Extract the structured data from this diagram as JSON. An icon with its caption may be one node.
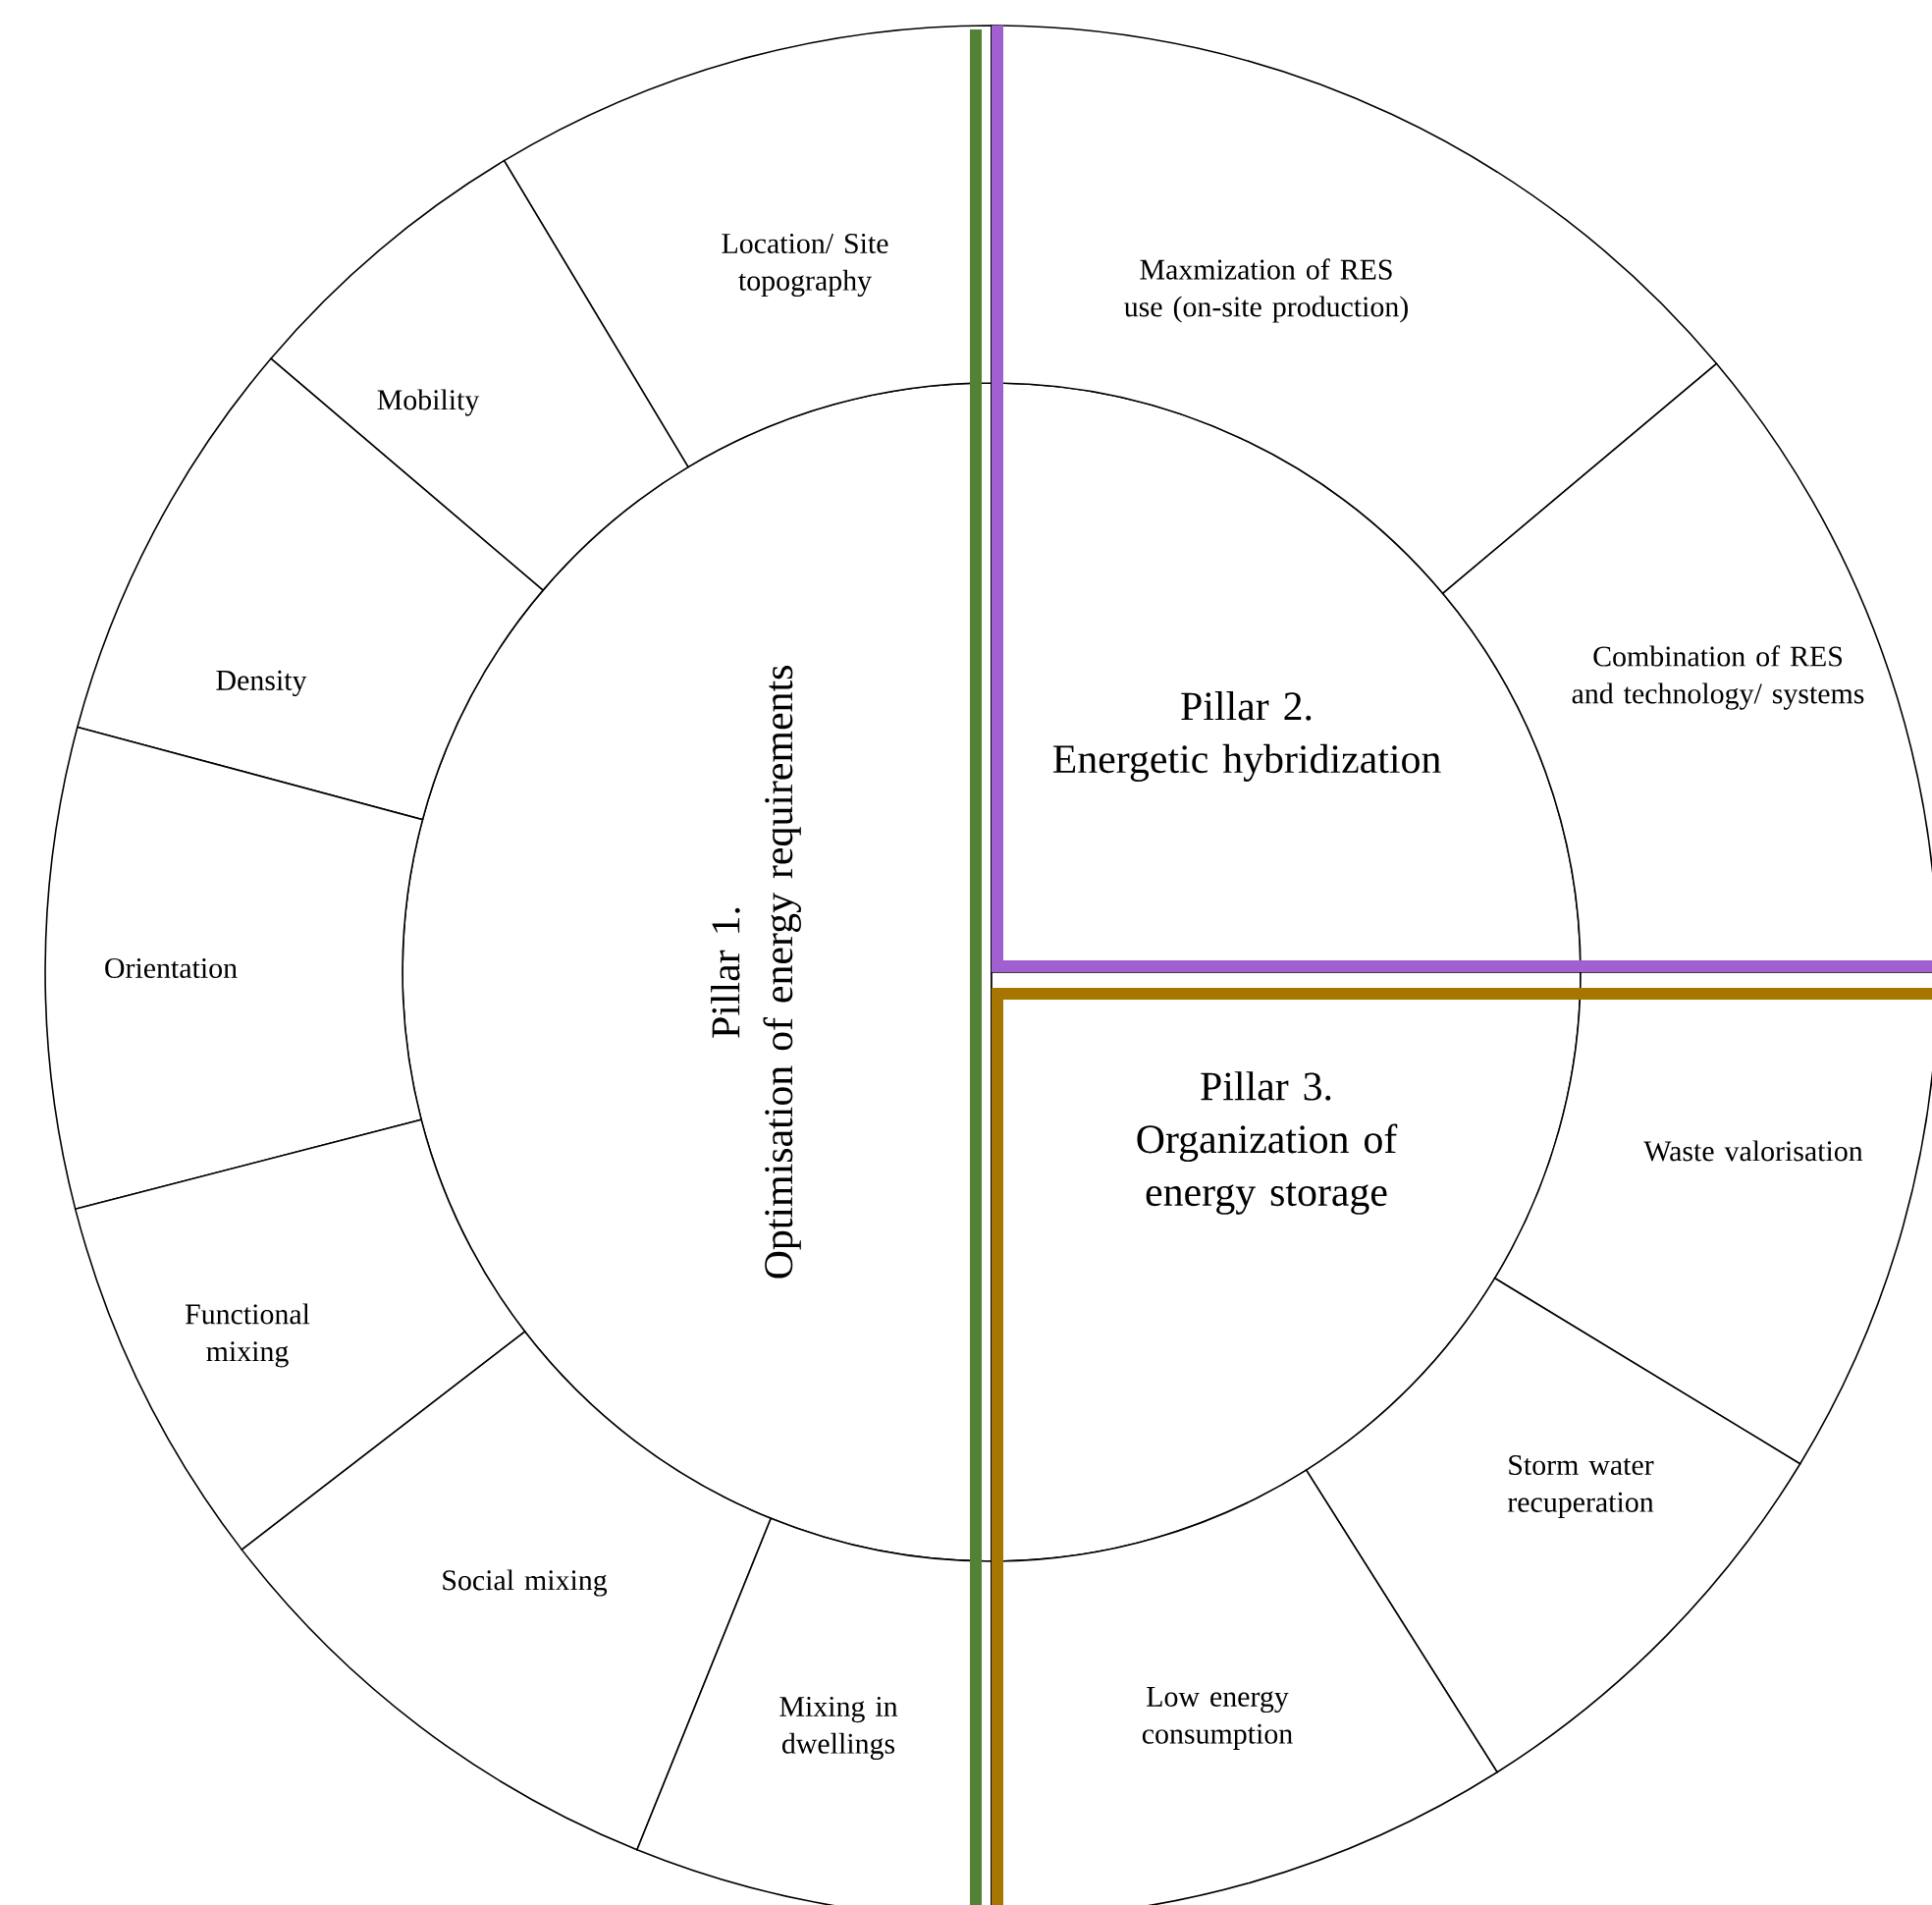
{
  "diagram": {
    "nodes": [
      {
        "text": [
          "Pillar 1.",
          "Optimisation of energy requirements"
        ]
      },
      {
        "text": [
          "Location/ Site topography"
        ]
      },
      {
        "text": [
          "Mobility"
        ]
      },
      {
        "text": [
          "Density"
        ]
      },
      {
        "text": [
          "Orientation"
        ]
      },
      {
        "text": [
          "Functional mixing"
        ]
      },
      {
        "text": [
          "Social mixing"
        ]
      },
      {
        "text": [
          "Mixing in dwellings"
        ]
      },
      {
        "text": [
          "Pillar 2.",
          "Energetic hybridization"
        ]
      },
      {
        "text": [
          "Maxmization of RES use (on-site production)"
        ]
      },
      {
        "text": [
          "Combination of RES and technology/ systems"
        ]
      },
      {
        "text": [
          "Pillar 3.",
          "Organization of energy storage"
        ]
      },
      {
        "text": [
          "Waste valorisation"
        ]
      },
      {
        "text": [
          "Storm water recuperation"
        ]
      },
      {
        "text": [
          "Low energy consumption"
        ]
      }
    ]
  }
}
